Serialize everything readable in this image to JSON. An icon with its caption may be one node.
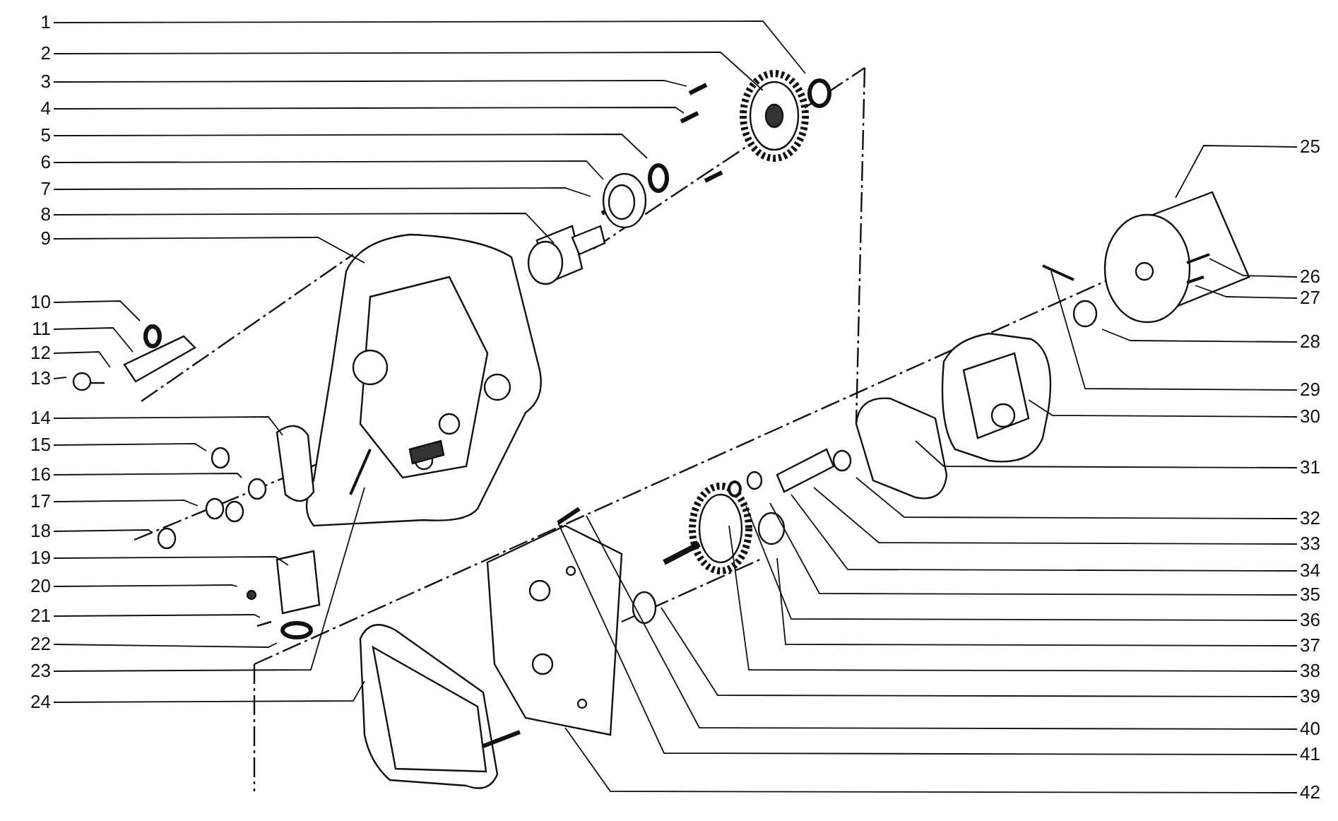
{
  "diagram": {
    "nodes": [
      {
        "text": [
          "1"
        ]
      },
      {
        "text": [
          "2"
        ]
      },
      {
        "text": [
          "3"
        ]
      },
      {
        "text": [
          "4"
        ]
      },
      {
        "text": [
          "5"
        ]
      },
      {
        "text": [
          "6"
        ]
      },
      {
        "text": [
          "7"
        ]
      },
      {
        "text": [
          "8"
        ]
      },
      {
        "text": [
          "9"
        ]
      },
      {
        "text": [
          "10"
        ]
      },
      {
        "text": [
          "11"
        ]
      },
      {
        "text": [
          "12"
        ]
      },
      {
        "text": [
          "13"
        ]
      },
      {
        "text": [
          "14"
        ]
      },
      {
        "text": [
          "15"
        ]
      },
      {
        "text": [
          "16"
        ]
      },
      {
        "text": [
          "17"
        ]
      },
      {
        "text": [
          "18"
        ]
      },
      {
        "text": [
          "19"
        ]
      },
      {
        "text": [
          "20"
        ]
      },
      {
        "text": [
          "21"
        ]
      },
      {
        "text": [
          "22"
        ]
      },
      {
        "text": [
          "23"
        ]
      },
      {
        "text": [
          "24"
        ]
      },
      {
        "text": [
          "25"
        ]
      },
      {
        "text": [
          "26"
        ]
      },
      {
        "text": [
          "27"
        ]
      },
      {
        "text": [
          "28"
        ]
      },
      {
        "text": [
          "29"
        ]
      },
      {
        "text": [
          "30"
        ]
      },
      {
        "text": [
          "31"
        ]
      },
      {
        "text": [
          "32"
        ]
      },
      {
        "text": [
          "33"
        ]
      },
      {
        "text": [
          "34"
        ]
      },
      {
        "text": [
          "35"
        ]
      },
      {
        "text": [
          "36"
        ]
      },
      {
        "text": [
          "37"
        ]
      },
      {
        "text": [
          "38"
        ]
      },
      {
        "text": [
          "39"
        ]
      },
      {
        "text": [
          "40"
        ]
      },
      {
        "text": [
          "41"
        ]
      },
      {
        "text": [
          "42"
        ]
      }
    ],
    "edges": [
      {
        "from": 0,
        "to": null,
        "arrow": "none"
      },
      {
        "from": 1,
        "to": null,
        "arrow": "none"
      },
      {
        "from": 2,
        "to": null,
        "arrow": "none"
      },
      {
        "from": 3,
        "to": null,
        "arrow": "none"
      },
      {
        "from": 4,
        "to": null,
        "arrow": "none"
      },
      {
        "from": 5,
        "to": null,
        "arrow": "none"
      },
      {
        "from": 6,
        "to": null,
        "arrow": "none"
      },
      {
        "from": 7,
        "to": null,
        "arrow": "none"
      },
      {
        "from": 8,
        "to": null,
        "arrow": "none"
      },
      {
        "from": 9,
        "to": null,
        "arrow": "none"
      },
      {
        "from": 10,
        "to": null,
        "arrow": "none"
      },
      {
        "from": 11,
        "to": null,
        "arrow": "none"
      },
      {
        "from": 12,
        "to": null,
        "arrow": "none"
      },
      {
        "from": 13,
        "to": null,
        "arrow": "none"
      },
      {
        "from": 14,
        "to": null,
        "arrow": "none"
      },
      {
        "from": 15,
        "to": null,
        "arrow": "none"
      },
      {
        "from": 16,
        "to": null,
        "arrow": "none"
      },
      {
        "from": 17,
        "to": null,
        "arrow": "none"
      },
      {
        "from": 18,
        "to": null,
        "arrow": "none"
      },
      {
        "from": 19,
        "to": null,
        "arrow": "none"
      },
      {
        "from": 20,
        "to": null,
        "arrow": "none"
      },
      {
        "from": 21,
        "to": null,
        "arrow": "none"
      },
      {
        "from": 22,
        "to": null,
        "arrow": "none"
      },
      {
        "from": 23,
        "to": null,
        "arrow": "none"
      },
      {
        "from": 24,
        "to": null,
        "arrow": "none"
      },
      {
        "from": 25,
        "to": null,
        "arrow": "none"
      },
      {
        "from": 26,
        "to": null,
        "arrow": "none"
      },
      {
        "from": 27,
        "to": null,
        "arrow": "none"
      },
      {
        "from": 28,
        "to": null,
        "arrow": "none"
      },
      {
        "from": 29,
        "to": null,
        "arrow": "none"
      },
      {
        "from": 30,
        "to": null,
        "arrow": "none"
      },
      {
        "from": 31,
        "to": null,
        "arrow": "none"
      },
      {
        "from": 32,
        "to": null,
        "arrow": "none"
      },
      {
        "from": 33,
        "to": null,
        "arrow": "none"
      },
      {
        "from": 34,
        "to": null,
        "arrow": "none"
      },
      {
        "from": 35,
        "to": null,
        "arrow": "none"
      },
      {
        "from": 36,
        "to": null,
        "arrow": "none"
      },
      {
        "from": 37,
        "to": null,
        "arrow": "none"
      },
      {
        "from": 38,
        "to": null,
        "arrow": "none"
      },
      {
        "from": 39,
        "to": null,
        "arrow": "none"
      },
      {
        "from": 40,
        "to": null,
        "arrow": "none"
      },
      {
        "from": 41,
        "to": null,
        "arrow": "none"
      }
    ]
  }
}
